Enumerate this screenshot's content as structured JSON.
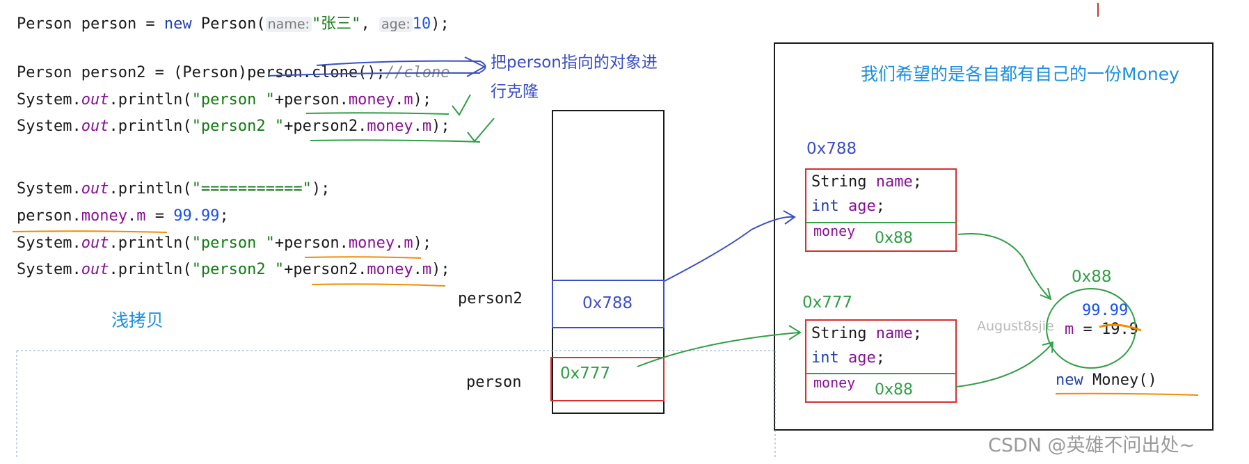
{
  "code": {
    "line1": {
      "pre": "Person person = ",
      "kw_new": "new",
      "post": " Person(",
      "hint_name": "name:",
      "arg_name": "\"张三\"",
      "comma": ",",
      "hint_age": "age:",
      "arg_age": "10",
      "end": ");"
    },
    "line2": {
      "pre": "Person person2 = (Person)person.clone();",
      "comment": "//clone"
    },
    "line3": {
      "a": "System.",
      "out": "out",
      "b": ".println(",
      "s": "\"person \"",
      "c": "+person.",
      "f1": "money",
      "d": ".",
      "f2": "m",
      "e": ");"
    },
    "line4": {
      "a": "System.",
      "out": "out",
      "b": ".println(",
      "s": "\"person2 \"",
      "c": "+person2.",
      "f1": "money",
      "d": ".",
      "f2": "m",
      "e": ");"
    },
    "line5": {
      "a": "System.",
      "out": "out",
      "b": ".println(",
      "s": "\"===========\"",
      "e": ");"
    },
    "line6": {
      "a": "person.",
      "f1": "money",
      "d": ".",
      "f2": "m",
      "eq": " = ",
      "num": "99.99",
      "e": ";"
    },
    "line7": {
      "a": "System.",
      "out": "out",
      "b": ".println(",
      "s": "\"person \"",
      "c": "+person.",
      "f1": "money",
      "d": ".",
      "f2": "m",
      "e": ");"
    },
    "line8": {
      "a": "System.",
      "out": "out",
      "b": ".println(",
      "s": "\"person2 \"",
      "c": "+person2.",
      "f1": "money",
      "d": ".",
      "f2": "m",
      "e": ");"
    }
  },
  "notes": {
    "clone_note_line1": "把person指向的对象进",
    "clone_note_line2": "行克隆",
    "shallow_copy": "浅拷贝",
    "wish": "我们希望的是各自都有自己的一份Money"
  },
  "stack": {
    "person2_label": "person2",
    "person2_value": "0x788",
    "person_label": "person",
    "person_value": "0x777"
  },
  "heap": {
    "obj1": {
      "addr": "0x788",
      "f1_type": "String",
      "f1_name": "name",
      "f2_type": "int",
      "f2_name": "age",
      "money_label": "money",
      "money_value": "0x88"
    },
    "obj2": {
      "addr": "0x777",
      "f1_type": "String",
      "f1_name": "name",
      "f2_type": "int",
      "f2_name": "age",
      "money_label": "money",
      "money_value": "0x88"
    },
    "money": {
      "addr": "0x88",
      "new_value": "99.99",
      "field": "m",
      "eq": " = ",
      "old_value": "19.9",
      "ctor_kw": "new",
      "ctor": " Money()"
    }
  },
  "watermarks": {
    "author": "August8sjie",
    "csdn": "CSDN @英雄不问出处~"
  },
  "colors": {
    "blue_ink": "#3b4fc4",
    "green_ink": "#2f9e44",
    "orange_ink": "#f08c00",
    "red_box": "#d63030",
    "cyan_text": "#1c8fe0"
  }
}
